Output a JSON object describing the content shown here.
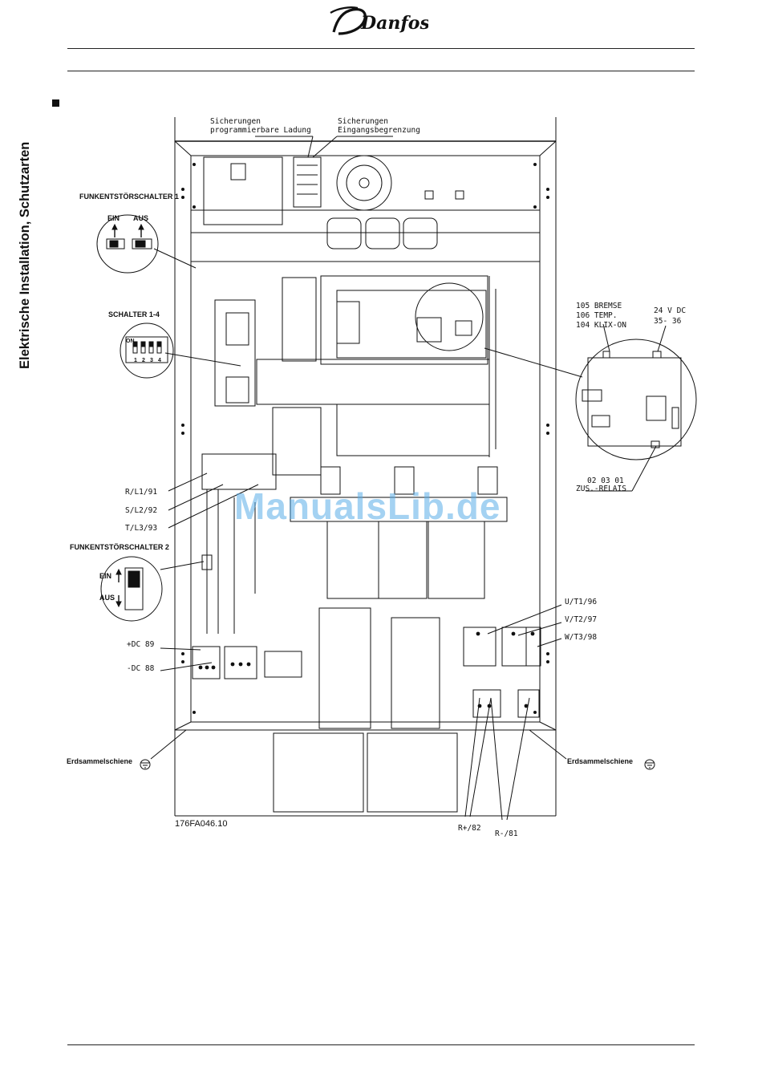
{
  "header": {
    "brand": "Danfoss"
  },
  "sidebar_title": "Elektrische Installation, Schutzarten",
  "figure_id": "176FA046.10",
  "watermark": "ManualsLib.de",
  "labels": {
    "fuses_programmable": [
      "Sicherungen",
      "programmierbare Ladung"
    ],
    "fuses_inrush": [
      "Sicherungen",
      "Eingangsbegrenzung"
    ],
    "rfi_switch_1": "FUNKENTSTÖRSCHALTER 1",
    "rfi1_on": "EIN",
    "rfi1_off": "AUS",
    "switches_1_4": "SCHALTER 1-4",
    "dip_on": "ON",
    "dip_numbers": [
      "1",
      "2",
      "3",
      "4"
    ],
    "mains_l1": "R/L1/91",
    "mains_l2": "S/L2/92",
    "mains_l3": "T/L3/93",
    "rfi_switch_2": "FUNKENTSTÖRSCHALTER 2",
    "rfi2_on": "EIN",
    "rfi2_off": "AUS",
    "dc_plus": "+DC 89",
    "dc_minus": "-DC 88",
    "earth_bar_left": "Erdsammelschiene",
    "earth_bar_right": "Erdsammelschiene",
    "brake_105": "105 BREMSE",
    "temp_106": "106 TEMP.",
    "klixon_104": "104 KLIX-ON",
    "supply_24v": "24 V DC",
    "supply_35_36": "35-    36",
    "relay_terms": "02 03 01",
    "relay_label": "ZUS.-RELAIS",
    "motor_u": "U/T1/96",
    "motor_v": "V/T2/97",
    "motor_w": "W/T3/98",
    "brake_r_plus": "R+/82",
    "brake_r_minus": "R-/81"
  }
}
